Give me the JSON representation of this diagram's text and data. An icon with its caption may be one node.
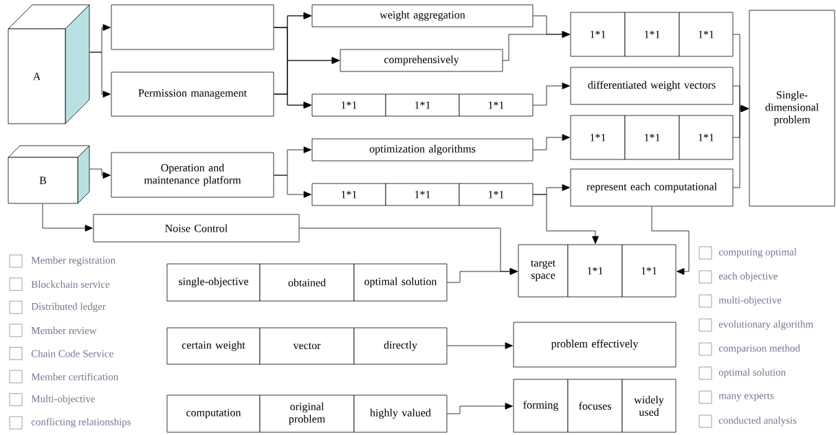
{
  "diagram": {
    "nodes": [
      {
        "text": [
          "A"
        ]
      },
      {
        "text": [],
        "shape": "box"
      },
      {
        "text": [
          "Permission management"
        ]
      },
      {
        "text": [
          "B"
        ]
      },
      {
        "text": [
          "Operation and maintenance platform"
        ]
      },
      {
        "text": [
          "weight aggregation"
        ]
      },
      {
        "text": [
          "comprehensively"
        ]
      },
      {
        "text": [
          "1*1"
        ]
      },
      {
        "text": [
          "1*1"
        ]
      },
      {
        "text": [
          "1*1"
        ]
      },
      {
        "text": [
          "optimization algorithms"
        ]
      },
      {
        "text": [
          "1*1"
        ]
      },
      {
        "text": [
          "1*1"
        ]
      },
      {
        "text": [
          "1*1"
        ]
      },
      {
        "text": [
          "Noise Control"
        ]
      },
      {
        "text": [
          "1*1"
        ]
      },
      {
        "text": [
          "1*1"
        ]
      },
      {
        "text": [
          "1*1"
        ]
      },
      {
        "text": [
          "differentiated weight vectors"
        ]
      },
      {
        "text": [
          "1*1"
        ]
      },
      {
        "text": [
          "1*1"
        ]
      },
      {
        "text": [
          "1*1"
        ]
      },
      {
        "text": [
          "represent each computational"
        ]
      },
      {
        "text": [
          "Single-dimensional problem"
        ]
      },
      {
        "text": [
          "target space"
        ]
      },
      {
        "text": [
          "1*1"
        ]
      },
      {
        "text": [
          "1*1"
        ]
      },
      {
        "text": [
          "single-objective"
        ]
      },
      {
        "text": [
          "obtained"
        ]
      },
      {
        "text": [
          "optimal solution"
        ]
      },
      {
        "text": [
          "certain weight"
        ]
      },
      {
        "text": [
          "vector"
        ]
      },
      {
        "text": [
          "directly"
        ]
      },
      {
        "text": [
          "problem effectively"
        ]
      },
      {
        "text": [
          "computation"
        ]
      },
      {
        "text": [
          "original problem"
        ]
      },
      {
        "text": [
          "highly valued"
        ]
      },
      {
        "text": [
          "forming"
        ]
      },
      {
        "text": [
          "focuses"
        ]
      },
      {
        "text": [
          "widely used"
        ]
      }
    ],
    "edges": [
      {
        "from": 0,
        "to": 1,
        "arrow": "to"
      },
      {
        "from": 0,
        "to": 2,
        "arrow": "to"
      },
      {
        "from": 1,
        "to": 5,
        "arrow": "to"
      },
      {
        "from": 1,
        "to": 6,
        "arrow": "to"
      },
      {
        "from": 1,
        "to": 7,
        "arrow": "to"
      },
      {
        "from": 2,
        "to": 5,
        "arrow": "to"
      },
      {
        "from": 2,
        "to": 6,
        "arrow": "to"
      },
      {
        "from": 2,
        "to": 7,
        "arrow": "to"
      },
      {
        "from": 3,
        "to": 4,
        "arrow": "to"
      },
      {
        "from": 3,
        "to": 14,
        "arrow": "to"
      },
      {
        "from": 4,
        "to": 10,
        "arrow": "to"
      },
      {
        "from": 4,
        "to": 11,
        "arrow": "to"
      },
      {
        "from": 5,
        "to": 15,
        "arrow": "to"
      },
      {
        "from": 6,
        "to": 15,
        "arrow": "to"
      },
      {
        "from": 9,
        "to": 18,
        "arrow": "to"
      },
      {
        "from": 10,
        "to": 19,
        "arrow": "to"
      },
      {
        "from": 13,
        "to": 22,
        "arrow": "to"
      },
      {
        "from": 13,
        "to": 25,
        "arrow": "to"
      },
      {
        "from": 22,
        "to": 26,
        "arrow": "to"
      },
      {
        "from": 17,
        "to": 23,
        "arrow": "to"
      },
      {
        "from": 18,
        "to": 23,
        "arrow": "to"
      },
      {
        "from": 21,
        "to": 23,
        "arrow": "to"
      },
      {
        "from": 22,
        "to": 23,
        "arrow": "to"
      },
      {
        "from": 14,
        "to": 24,
        "arrow": "to"
      },
      {
        "from": 29,
        "to": 24,
        "arrow": "to"
      },
      {
        "from": 32,
        "to": 33,
        "arrow": "to"
      },
      {
        "from": 36,
        "to": 37,
        "arrow": "to"
      }
    ],
    "legend": [
      {
        "text": "Member registration"
      },
      {
        "text": "Blockchain service"
      },
      {
        "text": "Distributed ledger"
      },
      {
        "text": "Member review"
      },
      {
        "text": "Chain Code Service"
      },
      {
        "text": "Member certification"
      },
      {
        "text": "Multi-objective"
      },
      {
        "text": "conflicting relationships"
      },
      {
        "text": "computing optimal"
      },
      {
        "text": "each objective"
      },
      {
        "text": "multi-objective"
      },
      {
        "text": "evolutionary algorithm"
      },
      {
        "text": "comparison method"
      },
      {
        "text": "optimal solution"
      },
      {
        "text": "many experts"
      },
      {
        "text": "conducted analysis"
      }
    ]
  }
}
